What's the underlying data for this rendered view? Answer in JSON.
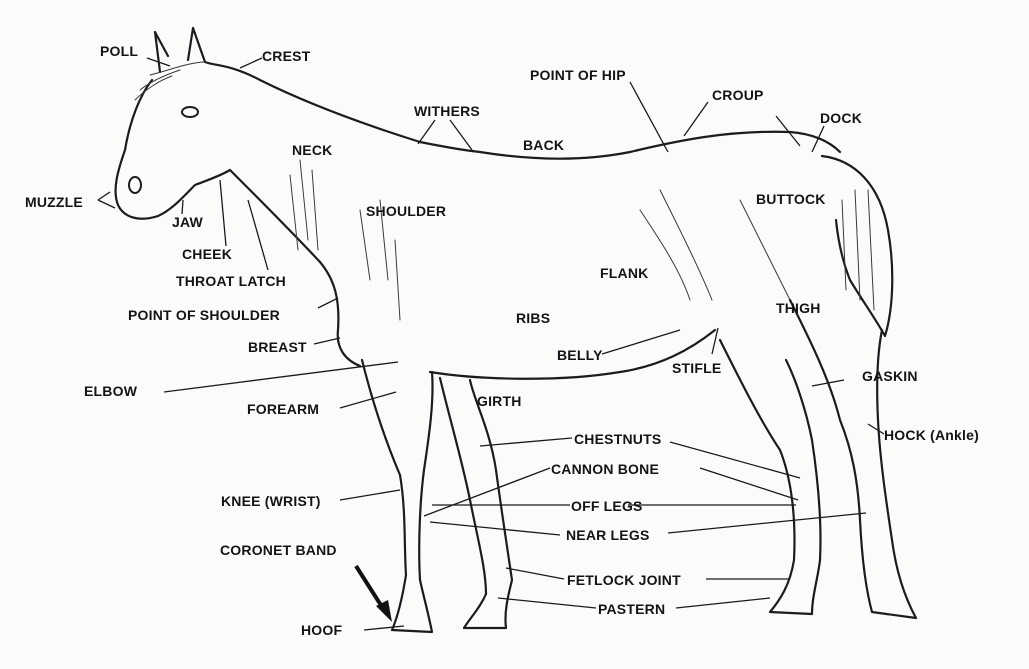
{
  "labels": {
    "poll": "POLL",
    "crest": "CREST",
    "point_of_hip": "POINT OF HIP",
    "croup": "CROUP",
    "dock": "DOCK",
    "withers": "WITHERS",
    "back": "BACK",
    "neck": "NECK",
    "muzzle": "MUZZLE",
    "jaw": "JAW",
    "shoulder": "SHOULDER",
    "buttock": "BUTTOCK",
    "cheek": "CHEEK",
    "throat_latch": "THROAT LATCH",
    "flank": "FLANK",
    "point_of_shoulder": "POINT OF SHOULDER",
    "ribs": "RIBS",
    "thigh": "THIGH",
    "breast": "BREAST",
    "belly": "BELLY",
    "stifle": "STIFLE",
    "gaskin": "GASKIN",
    "elbow": "ELBOW",
    "forearm": "FOREARM",
    "girth": "GIRTH",
    "hock": "HOCK (Ankle)",
    "chestnuts": "CHESTNUTS",
    "cannon_bone": "CANNON BONE",
    "knee": "KNEE (WRIST)",
    "off_legs": "OFF LEGS",
    "near_legs": "NEAR LEGS",
    "coronet_band": "CORONET BAND",
    "fetlock_joint": "FETLOCK JOINT",
    "pastern": "PASTERN",
    "hoof": "HOOF"
  },
  "colors": {
    "ink": "#141414",
    "paper": "#fbfbfa"
  },
  "icons": {
    "pointer": "arrow-icon"
  }
}
